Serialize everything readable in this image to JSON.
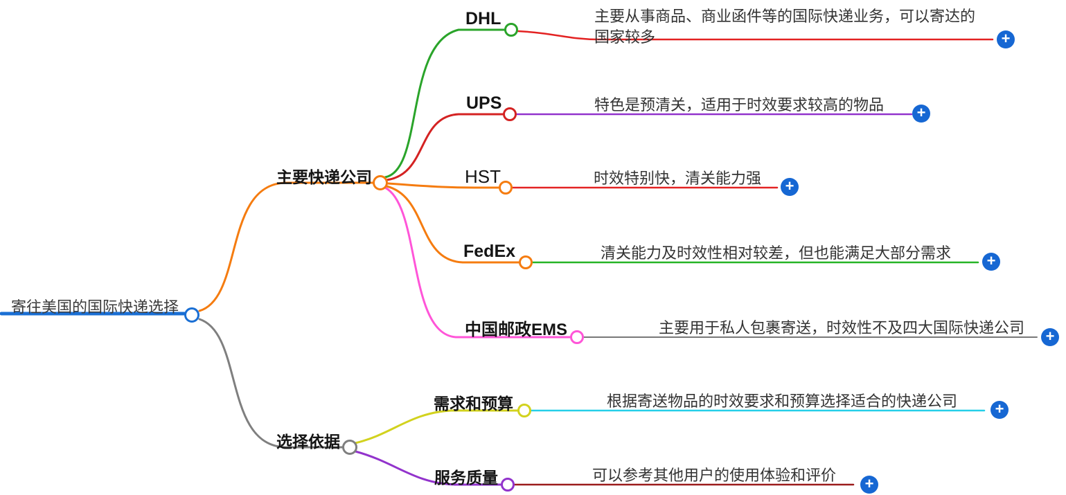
{
  "colors": {
    "blue": "#1a6fd4",
    "plusblue": "#1667d3",
    "orange": "#f57c10",
    "gray": "#7f7f7f",
    "green": "#2aa42a",
    "brightgreen": "#26b426",
    "red": "#d42222",
    "brightred": "#e32222",
    "purple": "#9233cc",
    "magenta": "#ff55d8",
    "descgray": "#787878",
    "yellow": "#d2d21e",
    "cyan": "#25cfe8",
    "darkred": "#9b1b1b"
  },
  "icons": {
    "plus": "+"
  },
  "root": {
    "label": "寄往美国的国际快递选择"
  },
  "branches": {
    "companies": {
      "label": "主要快递公司"
    },
    "criteria": {
      "label": "选择依据"
    }
  },
  "leaves": {
    "dhl": {
      "label": "DHL",
      "desc": "主要从事商品、商业函件等的国际快递业务，可以寄达的国家较多"
    },
    "ups": {
      "label": "UPS",
      "desc": "特色是预清关，适用于时效要求较高的物品"
    },
    "hst": {
      "label": "HST",
      "desc": "时效特别快，清关能力强"
    },
    "fedex": {
      "label": "FedEx",
      "desc": "清关能力及时效性相对较差，但也能满足大部分需求"
    },
    "ems": {
      "label": "中国邮政EMS",
      "desc": "主要用于私人包裹寄送，时效性不及四大国际快递公司"
    },
    "budget": {
      "label": "需求和预算",
      "desc": "根据寄送物品的时效要求和预算选择适合的快递公司"
    },
    "quality": {
      "label": "服务质量",
      "desc": "可以参考其他用户的使用体验和评价"
    }
  }
}
